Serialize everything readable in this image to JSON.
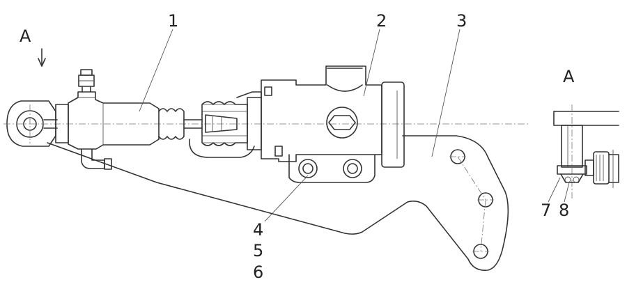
{
  "view_label": "A",
  "inset_label": "A",
  "callouts": [
    "1",
    "2",
    "3",
    "4",
    "5",
    "6",
    "7",
    "8"
  ]
}
